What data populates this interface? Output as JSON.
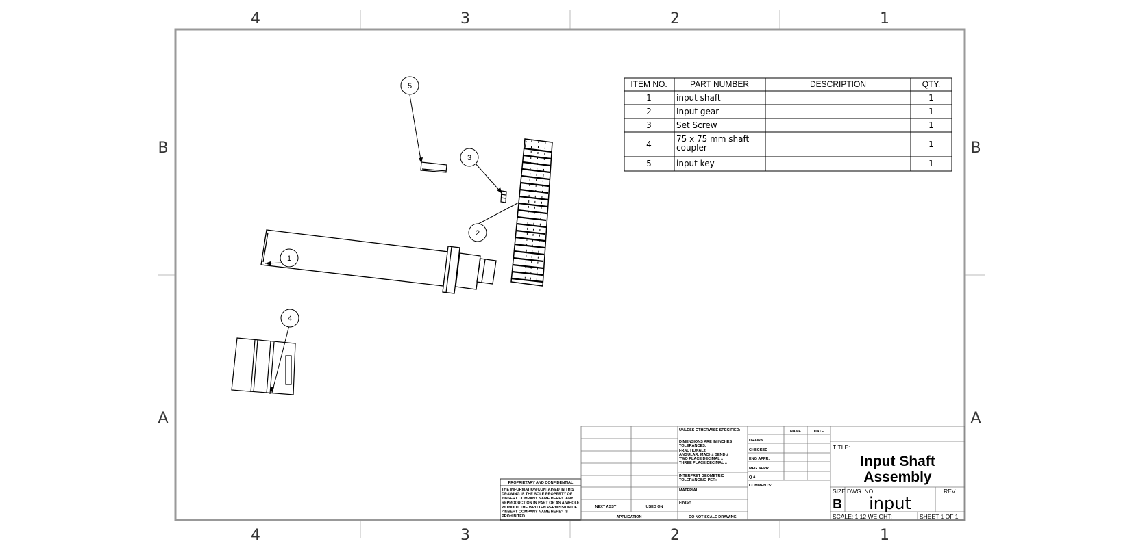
{
  "zones": {
    "columns": [
      "4",
      "3",
      "2",
      "1"
    ],
    "rows": [
      "B",
      "A"
    ]
  },
  "bom": {
    "headers": [
      "ITEM NO.",
      "PART NUMBER",
      "DESCRIPTION",
      "QTY."
    ],
    "rows": [
      {
        "item": "1",
        "part": "input shaft",
        "part2": "",
        "desc": "",
        "qty": "1"
      },
      {
        "item": "2",
        "part": "Input gear",
        "part2": "",
        "desc": "",
        "qty": "1"
      },
      {
        "item": "3",
        "part": "Set Screw",
        "part2": "",
        "desc": "",
        "qty": "1"
      },
      {
        "item": "4",
        "part": "75 x 75 mm shaft",
        "part2": "coupler",
        "desc": "",
        "qty": "1"
      },
      {
        "item": "5",
        "part": "input key",
        "part2": "",
        "desc": "",
        "qty": "1"
      }
    ]
  },
  "balloons": [
    "1",
    "2",
    "3",
    "4",
    "5"
  ],
  "proprietary": {
    "heading": "PROPRIETARY AND CONFIDENTIAL",
    "lines": [
      "THE INFORMATION CONTAINED IN THIS",
      "DRAWING IS THE SOLE PROPERTY OF",
      "<INSERT COMPANY NAME HERE>. ANY",
      "REPRODUCTION IN PART OR AS A WHOLE",
      "WITHOUT THE WRITTEN PERMISSION OF",
      "<INSERT COMPANY NAME HERE> IS",
      "PROHIBITED."
    ]
  },
  "title_block": {
    "next_assy": "NEXT ASSY",
    "used_on": "USED ON",
    "application": "APPLICATION",
    "unless": "UNLESS OTHERWISE SPECIFIED:",
    "dims": [
      "DIMENSIONS ARE IN INCHES",
      "TOLERANCES:",
      "FRACTIONAL±",
      "ANGULAR: MACH±   BEND ±",
      "TWO PLACE DECIMAL  ±",
      "THREE PLACE DECIMAL  ±"
    ],
    "interpret": [
      "INTERPRET GEOMETRIC",
      "TOLERANCING PER:"
    ],
    "material": "MATERIAL",
    "finish": "FINISH",
    "do_not_scale": "DO NOT SCALE DRAWING",
    "name": "NAME",
    "date": "DATE",
    "roles": [
      "DRAWN",
      "CHECKED",
      "ENG APPR.",
      "MFG APPR.",
      "Q.A."
    ],
    "comments": "COMMENTS:",
    "title_label": "TITLE:",
    "title_line1": "Input Shaft",
    "title_line2": "Assembly",
    "size_label": "SIZE",
    "size": "B",
    "dwg_label": "DWG.  NO.",
    "dwg_no": "input",
    "rev": "REV",
    "scale": "SCALE: 1:12 WEIGHT:",
    "sheet": "SHEET 1 OF 1"
  }
}
